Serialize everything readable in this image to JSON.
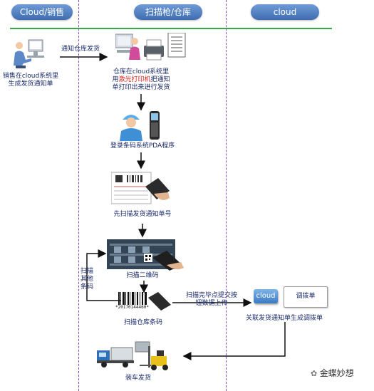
{
  "lanes": {
    "sales": "Cloud/销售",
    "scanner": "扫描枪/仓库",
    "cloud": "cloud"
  },
  "steps": {
    "sales_notice_l1": "销售在cloud系统里",
    "sales_notice_l2": "生成发货通知单",
    "notify_warehouse": "通知仓库发货",
    "wh_print_l1": "仓库在cloud系统里",
    "wh_print_l2a": "用",
    "wh_print_l2b": "激光打印机",
    "wh_print_l2c": "把通知",
    "wh_print_l3": "单打印出来进行发货",
    "login_pda": "登录条码系统PDA程序",
    "scan_notice": "先扫描发货通知单号",
    "scan_qr": "扫描二维码",
    "scan_other_l1": "扫描",
    "scan_other_l2": "其他",
    "scan_other_l3": "条码",
    "scan_wh_barcode": "扫描仓库条码",
    "upload_l1": "扫描完毕点提交按",
    "upload_l2": "钮数据上传",
    "transfer_doc": "调拨单",
    "cloud_badge": "cloud",
    "link_transfer": "关联发货通知单生成调拨单",
    "load_ship": "装车发货"
  },
  "barcode_text": "*20170144460*",
  "watermark": "金蝶妙想",
  "colors": {
    "arrow": "#111111",
    "accent_red": "#e0201a",
    "lane_line": "#8a4ab8",
    "green_rule": "#3aa64a"
  }
}
